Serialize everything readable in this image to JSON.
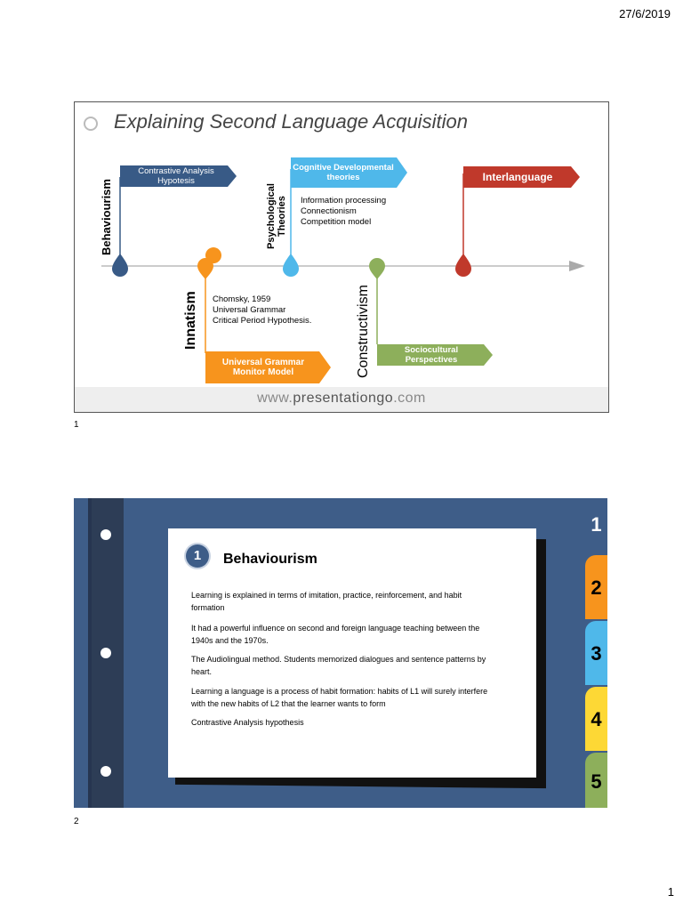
{
  "header": {
    "date": "27/6/2019"
  },
  "footer": {
    "page_number": "1"
  },
  "slide1": {
    "number": "1",
    "title": "Explaining Second Language Acquisition",
    "behaviourism": {
      "label": "Behaviourism",
      "tag": "Contrastive Analysis Hypotesis",
      "color": "#385a86"
    },
    "innatism": {
      "label": "Innatism",
      "lines": [
        "Chomsky, 1959",
        "Universal Grammar",
        "Critical Period Hypothesis."
      ],
      "tag": "Universal Grammar Monitor Model",
      "color": "#f7941d"
    },
    "psychological": {
      "label_line1": "Psychological",
      "label_line2": "Theories",
      "tag": "Cognitive Developmental theories",
      "lines": [
        "Information processing",
        "Connectionism",
        "Competition model"
      ],
      "color": "#4fb8ea"
    },
    "constructivism": {
      "label": "Constructivism",
      "tag": "Sociocultural Perspectives",
      "color": "#8daf5b"
    },
    "interlanguage": {
      "tag": "Interlanguage",
      "color": "#c0392b"
    },
    "url": {
      "prefix": "www.",
      "domain": "presentationgo",
      "suffix": ".com"
    }
  },
  "slide2": {
    "number": "2",
    "badge": "1",
    "title": "Behaviourism",
    "paragraphs": [
      "Learning is explained in terms of imitation, practice, reinforcement, and habit formation",
      "It had a powerful influence on second and foreign language teaching between the 1940s and the 1970s.",
      "The Audiolingual method. Students memorized dialogues and sentence patterns by heart.",
      "Learning a language is a process of habit formation: habits of L1 will surely interfere with the new habits of L2 that the learner wants to form",
      "Contrastive Analysis hypothesis"
    ],
    "tabs": [
      "1",
      "2",
      "3",
      "4",
      "5"
    ],
    "tab_colors": [
      "#3e5d88",
      "#f7941d",
      "#4fb8ea",
      "#fdd835",
      "#8daf5b"
    ]
  }
}
